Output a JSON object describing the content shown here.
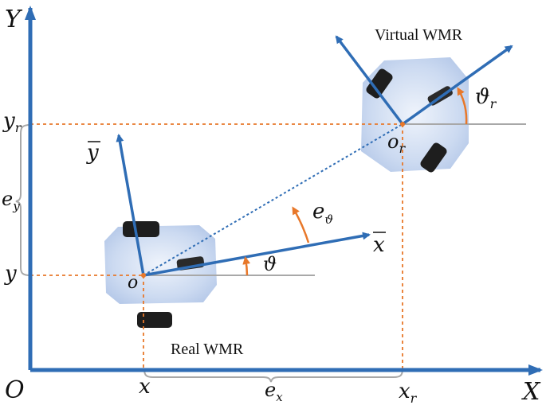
{
  "title": "",
  "colors": {
    "axis_blue": "#2f6db5",
    "guide_orange": "#e8782a",
    "gray_line": "#a8a8a8",
    "body_fill": "#c8d7ef",
    "wheel_dark": "#1e1e1e"
  },
  "labels": {
    "virtual_wmr": "Virtual WMR",
    "real_wmr": "Real WMR",
    "axis_X": "X",
    "axis_Y": "Y",
    "origin_O": "O",
    "o": "o",
    "o_r": "o",
    "o_r_sub": "r",
    "x_bar": "x",
    "y_bar": "y",
    "theta": "ϑ",
    "theta_r": "ϑ",
    "theta_r_sub": "r",
    "e_theta": "e",
    "e_theta_sub": "ϑ",
    "e_x": "e",
    "e_x_sub": "x",
    "e_y": "e",
    "e_y_sub": "y",
    "x_tick": "x",
    "x_r_tick": "x",
    "x_r_sub": "r",
    "y_tick": "y",
    "y_r_tick": "y",
    "y_r_sub": "r"
  }
}
